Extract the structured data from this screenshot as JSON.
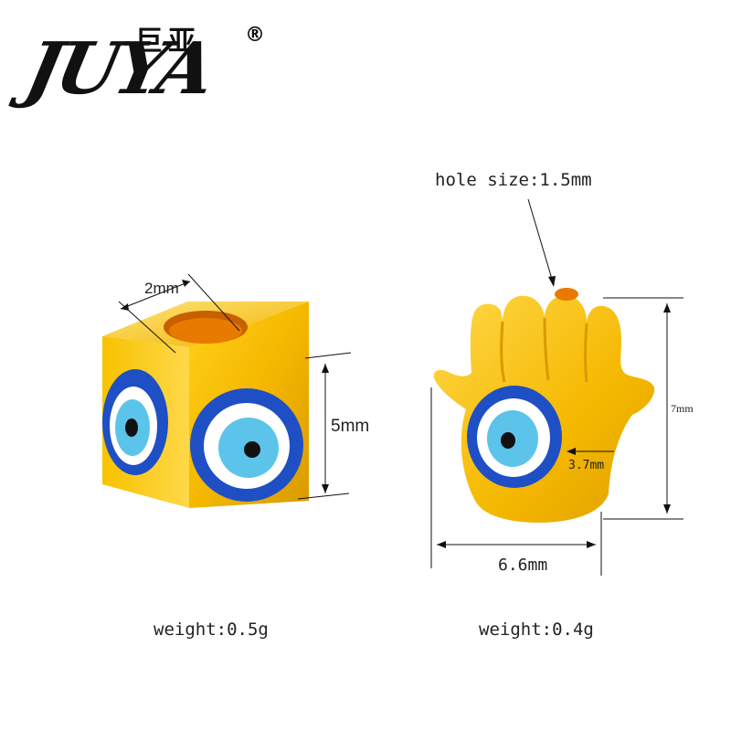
{
  "logo": {
    "brand": "JUYA",
    "brand_cjk": "巨亚",
    "registered_mark": "®"
  },
  "cube_bead": {
    "width_label": "2mm",
    "height_label": "5mm",
    "weight_label": "weight:0.5g"
  },
  "hamsa_bead": {
    "hole_label": "hole size:1.5mm",
    "height_label": "7mm",
    "eye_label": "3.7mm",
    "width_label": "6.6mm",
    "weight_label": "weight:0.4g"
  },
  "colors": {
    "gold": "#f5b800",
    "gold_dark": "#d99a00",
    "eye_blue": "#1e4fc4",
    "eye_light": "#5cc4ea",
    "hole_orange": "#e87a00"
  }
}
